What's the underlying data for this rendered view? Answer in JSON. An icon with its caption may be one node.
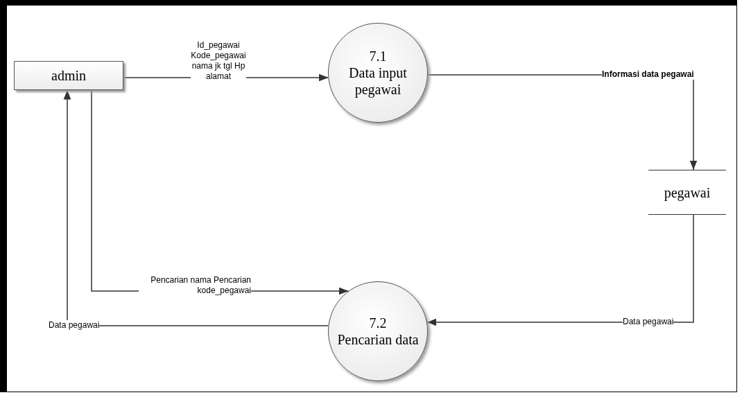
{
  "diagram": {
    "nodes": [
      {
        "text": [
          "admin"
        ]
      },
      {
        "text": [
          "7.1",
          "Data input pegawai"
        ]
      },
      {
        "text": [
          "pegawai"
        ]
      },
      {
        "text": [
          "7.2",
          "Pencarian data"
        ]
      }
    ],
    "edges": [
      {
        "from": 0,
        "to": 1,
        "arrow": "to",
        "label": "Id_pegawai Kode_pegawai nama jk tgl Hp alamat"
      },
      {
        "from": 1,
        "to": 2,
        "arrow": "to",
        "label": "Informasi data pegawai"
      },
      {
        "from": 2,
        "to": 3,
        "arrow": "to",
        "label": "Data pegawai"
      },
      {
        "from": 0,
        "to": 3,
        "arrow": "to",
        "label": "Pencarian nama Pencarian kode_pegawai"
      },
      {
        "from": 3,
        "to": 0,
        "arrow": "to",
        "label": "Data pegawai"
      }
    ]
  }
}
